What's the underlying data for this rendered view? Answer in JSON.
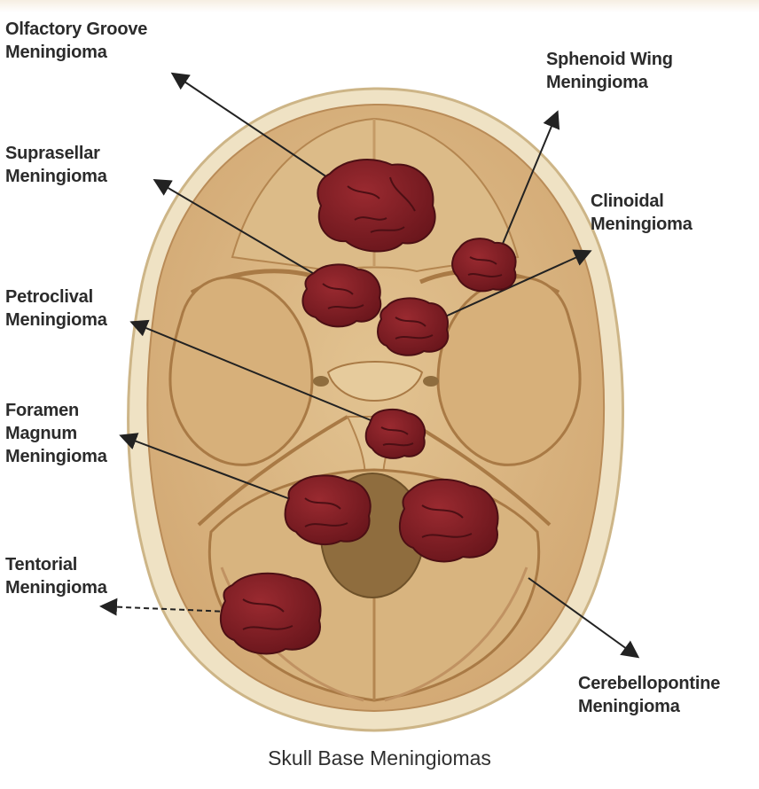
{
  "diagram": {
    "caption": "Skull Base Meningiomas",
    "labels": {
      "olfactory_groove": [
        "Olfactory Groove",
        "Meningioma"
      ],
      "sphenoid_wing": [
        "Sphenoid Wing",
        "Meningioma"
      ],
      "suprasellar": [
        "Suprasellar",
        "Meningioma"
      ],
      "clinoidal": [
        "Clinoidal",
        "Meningioma"
      ],
      "petroclival": [
        "Petroclival",
        "Meningioma"
      ],
      "foramen_magnum": [
        "Foramen",
        "Magnum",
        "Meningioma"
      ],
      "tentorial": [
        "Tentorial",
        "Meningioma"
      ],
      "cerebellopontine": [
        "Cerebellopontine",
        "Meningioma"
      ]
    }
  },
  "colors": {
    "bone_outer": "#efe3c6",
    "bone_inner": "#d9b583",
    "bone_shadow": "#b98b57",
    "foramen": "#8f6d3e",
    "tumor": "#7c1f25",
    "tumor_lines": "#4c0f14",
    "arrow": "#222222"
  }
}
